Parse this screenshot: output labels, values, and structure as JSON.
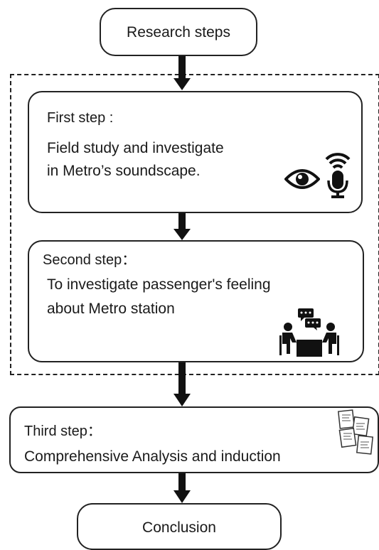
{
  "flowchart": {
    "start": {
      "label": "Research steps"
    },
    "steps": [
      {
        "heading": "First step :",
        "lines": [
          "Field study and investigate",
          "in Metro’s soundscape."
        ],
        "icons": [
          "eye-icon",
          "microphone-icon"
        ]
      },
      {
        "heading": "Second step：",
        "lines": [
          "To investigate passenger's feeling",
          "about Metro station"
        ],
        "icons": [
          "meeting-icon"
        ]
      },
      {
        "heading": "Third step：",
        "lines": [
          "Comprehensive Analysis and induction"
        ],
        "icons": [
          "documents-icon"
        ]
      }
    ],
    "end": {
      "label": "Conclusion"
    }
  }
}
